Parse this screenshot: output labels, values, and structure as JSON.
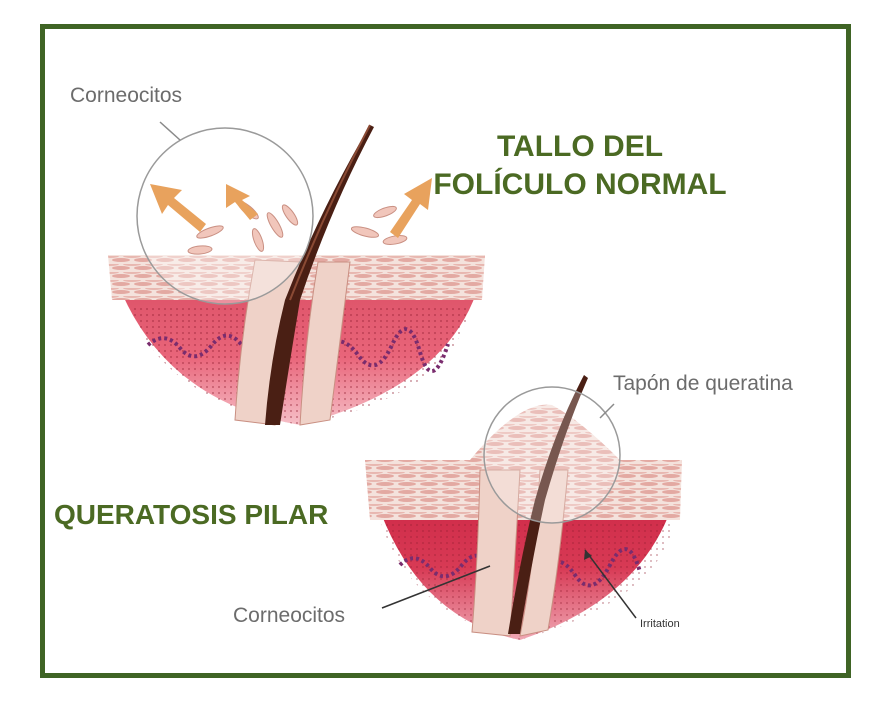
{
  "titles": {
    "normal": "TALLO DEL FOLÍCULO NORMAL",
    "pilar": "QUERATOSIS PILAR"
  },
  "labels": {
    "corneocitos_top": "Corneocitos",
    "tapon": "Tapón de queratina",
    "corneocitos_bottom": "Corneocitos",
    "irritation": "Irritation"
  },
  "colors": {
    "border": "#3f6425",
    "title": "#4b6a23",
    "skin_top": "#f2dcd8",
    "dermis": "#c9364e",
    "hair": "#4a1f14",
    "arrow": "#e8a25d"
  }
}
